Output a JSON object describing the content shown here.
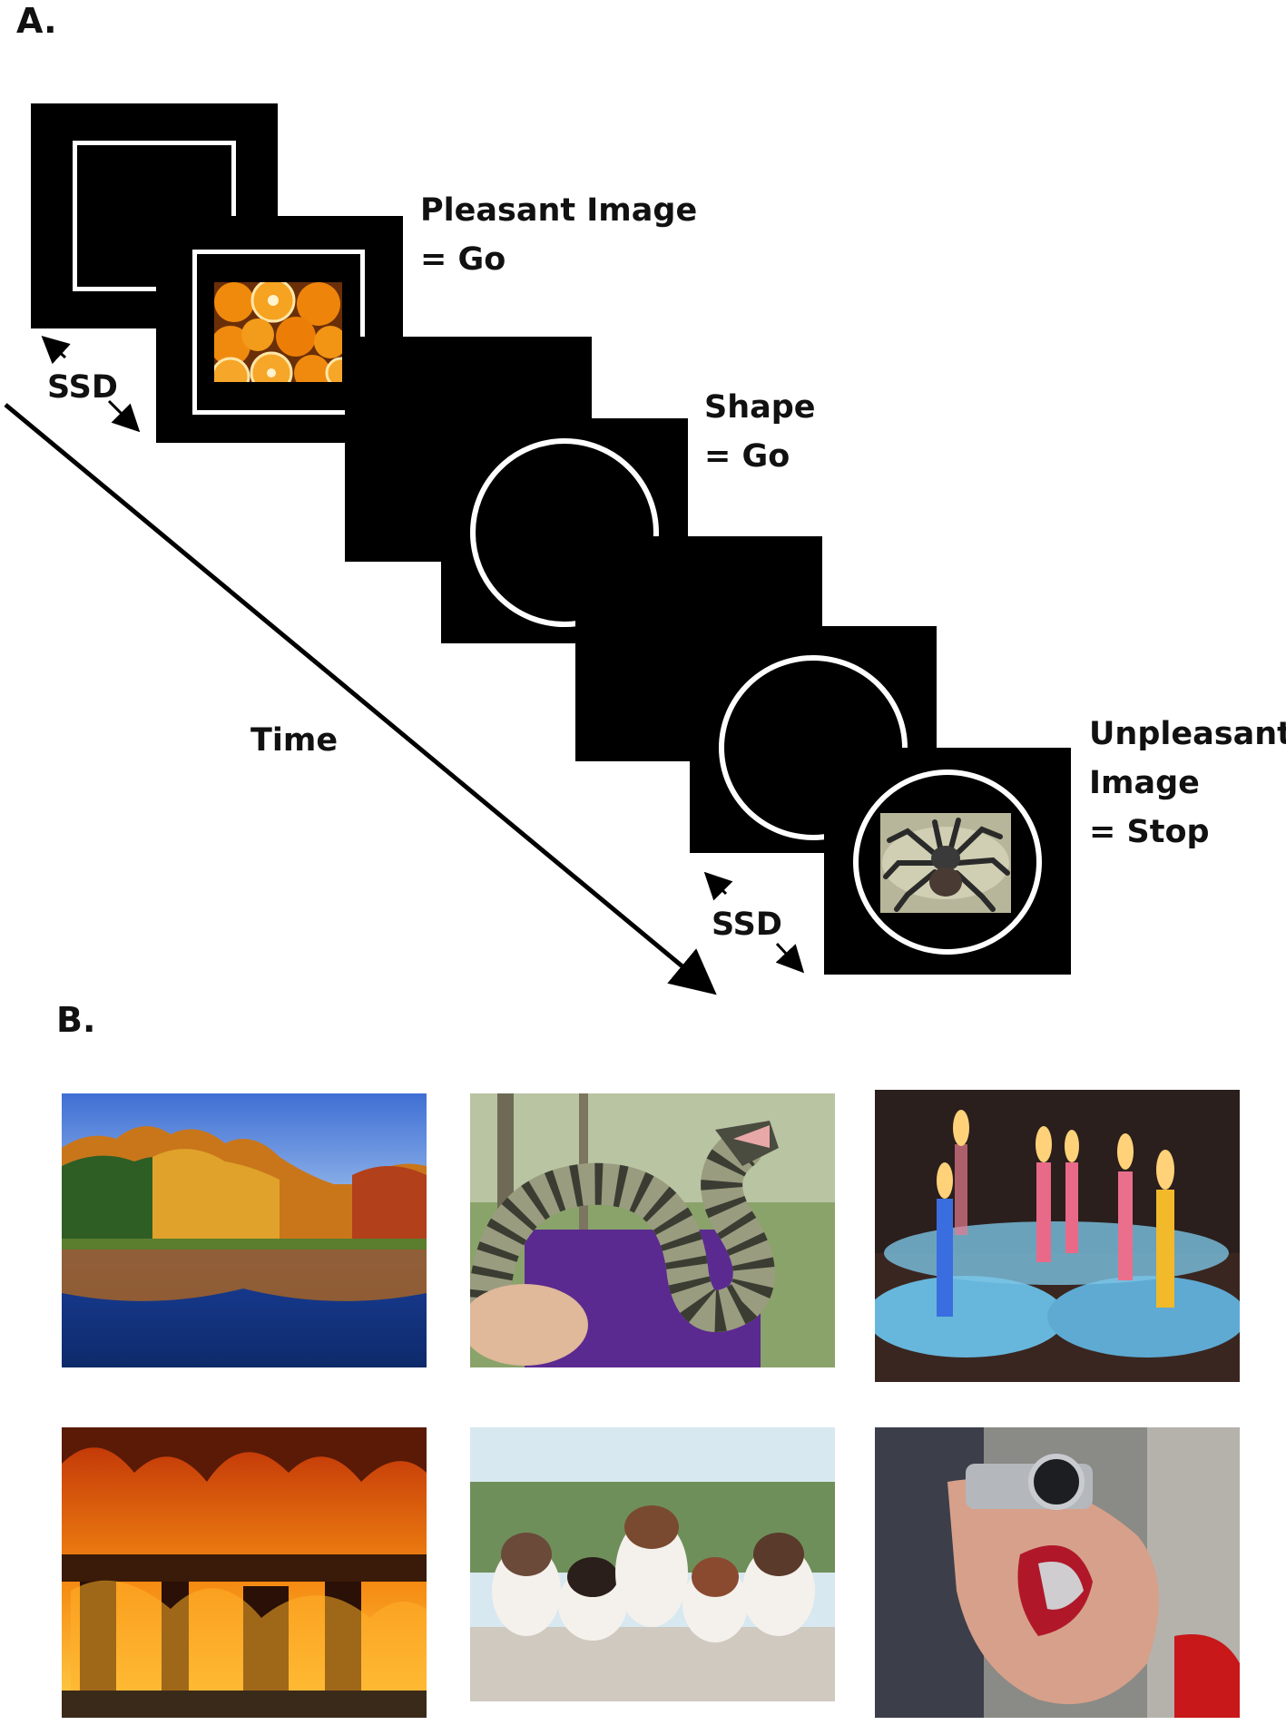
{
  "panel_a": {
    "label": "A.",
    "pleasant_line1": "Pleasant Image",
    "pleasant_line2": "= Go",
    "shape_line1": "Shape",
    "shape_line2": "= Go",
    "unpleasant_line1": "Unpleasant",
    "unpleasant_line2": "Image",
    "unpleasant_line3": "= Stop",
    "ssd_top": "SSD",
    "ssd_bottom": "SSD",
    "time": "Time"
  },
  "panel_b": {
    "label": "B.",
    "images": [
      "autumn-lake-photo",
      "snake-photo",
      "birthday-candles-photo",
      "burning-house-photo",
      "puppies-photo",
      "wounded-hand-photo"
    ]
  },
  "colors": {
    "frame": "#000000",
    "stimulus_outline": "#ffffff",
    "orange": "#f08a0c"
  }
}
